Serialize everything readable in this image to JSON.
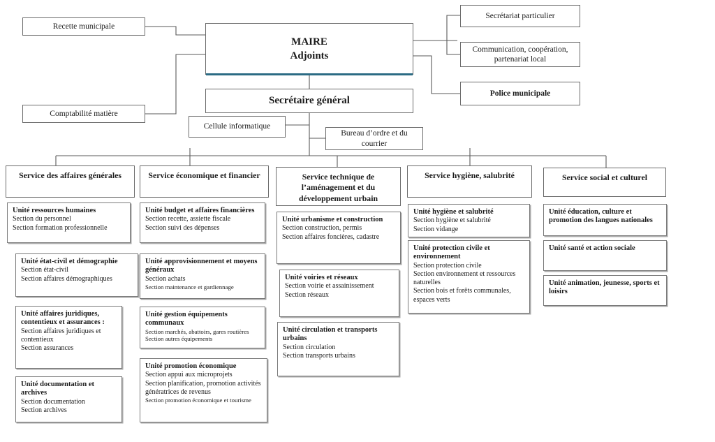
{
  "meta": {
    "title": "Organigramme communal",
    "accent_color": "#2b6b84",
    "line_color": "#5a5a5a",
    "box_border_color": "#6b6b6b",
    "background": "#ffffff"
  },
  "top": {
    "maire": {
      "line1": "MAIRE",
      "line2": "Adjoints"
    },
    "secretaire_general": "Secrétaire général",
    "left_boxes": [
      {
        "label": "Recette municipale"
      },
      {
        "label": "Comptabilité matière"
      }
    ],
    "right_boxes": [
      {
        "label": "Secrétariat particulier",
        "bold": false
      },
      {
        "label": "Communication, coopération,\npartenariat local",
        "bold": false
      },
      {
        "label": "Police municipale",
        "bold": true
      }
    ],
    "sg_support": [
      {
        "label": "Cellule informatique"
      },
      {
        "label": "Bureau d’ordre et du courrier"
      }
    ]
  },
  "services": [
    {
      "id": "affaires-generales",
      "header": "Service des affaires générales",
      "units": [
        {
          "title": "Unité ressources humaines",
          "sections": [
            "Section du personnel",
            "Section formation professionnelle"
          ]
        },
        {
          "title": "Unité état-civil et démographie",
          "sections": [
            "Section état-civil",
            "Section affaires démographiques"
          ]
        },
        {
          "title": "Unité affaires juridiques, contentieux et assurances :",
          "sections": [
            "Section affaires juridiques et contentieux",
            "Section assurances"
          ]
        },
        {
          "title": "Unité documentation et archives",
          "sections": [
            "Section documentation",
            "Section archives"
          ]
        }
      ]
    },
    {
      "id": "economique-financier",
      "header": "Service économique et financier",
      "units": [
        {
          "title": "Unité budget et affaires financières",
          "sections": [
            "Section recette, assiette fiscale",
            "Section suivi des dépenses"
          ]
        },
        {
          "title": "Unité approvisionnement et moyens généraux",
          "sections": [
            "Section achats",
            "Section maintenance et gardiennage"
          ]
        },
        {
          "title": "Unité gestion équipements communaux",
          "sections": [
            "Section marchés, abattoirs, gares routières",
            "Section autres équipements"
          ]
        },
        {
          "title": "Unité promotion économique",
          "sections": [
            "Section appui aux microprojets",
            "Section planification, promotion activités génératrices de revenus",
            "Section promotion économique et tourisme"
          ]
        }
      ]
    },
    {
      "id": "technique-amenagement",
      "header": "Service technique de l’aménagement et du développement urbain",
      "units": [
        {
          "title": "Unité urbanisme et construction",
          "sections": [
            "Section construction, permis",
            "Section affaires foncières, cadastre"
          ]
        },
        {
          "title": "Unité voiries et réseaux",
          "sections": [
            "Section voirie et assainissement",
            "Section réseaux"
          ]
        },
        {
          "title": "Unité circulation et transports urbains",
          "sections": [
            "Section circulation",
            "Section transports urbains"
          ]
        }
      ]
    },
    {
      "id": "hygiene-salubrite",
      "header": "Service hygiène, salubrité",
      "units": [
        {
          "title": "Unité hygiène et salubrité",
          "sections": [
            "Section hygiène et salubrité",
            "Section vidange"
          ]
        },
        {
          "title": "Unité protection civile et environnement",
          "sections": [
            "Section protection civile",
            "Section environnement et ressources naturelles",
            "Section bois et forêts communales, espaces verts"
          ]
        }
      ]
    },
    {
      "id": "social-culturel",
      "header": "Service social et culturel",
      "units": [
        {
          "title": "Unité éducation, culture et promotion des langues nationales",
          "sections": []
        },
        {
          "title": "Unité santé et action sociale",
          "sections": []
        },
        {
          "title": "Unité animation, jeunesse, sports et loisirs",
          "sections": []
        }
      ]
    }
  ]
}
